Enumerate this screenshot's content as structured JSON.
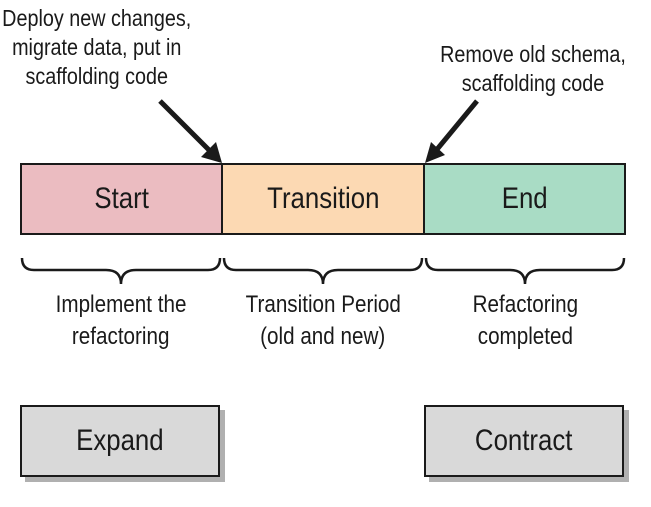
{
  "annotations": {
    "left": [
      "Deploy new changes,",
      "migrate data, put in",
      "scaffolding code"
    ],
    "right": [
      "Remove old schema,",
      "scaffolding code"
    ]
  },
  "timeline": {
    "start": "Start",
    "transition": "Transition",
    "end": "End"
  },
  "descriptions": {
    "start": [
      "Implement the",
      "refactoring"
    ],
    "transition": [
      "Transition Period",
      "(old and new)"
    ],
    "end": [
      "Refactoring",
      "completed"
    ]
  },
  "phases": {
    "expand": "Expand",
    "contract": "Contract"
  },
  "colors": {
    "start": "#ebbcc1",
    "transition": "#fcd9b3",
    "end": "#a9dcc5",
    "phase_box": "#d9d9d9"
  }
}
